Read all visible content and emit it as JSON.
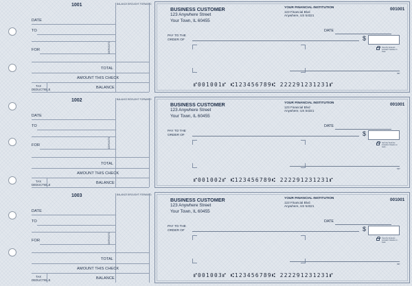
{
  "stubs": [
    {
      "number": "1001",
      "balance_forward_label": "BALANCE BROUGHT FORWARD",
      "date_label": "DATE",
      "to_label": "TO",
      "for_label": "FOR",
      "deposits_label": "DEPOSITS",
      "total_label": "TOTAL",
      "amount_this_check_label": "AMOUNT THIS CHECK",
      "tax_label": "TAX",
      "deductible_label": "DEDUCTIBLE",
      "balance_label": "BALANCE"
    },
    {
      "number": "1002",
      "balance_forward_label": "BALANCE BROUGHT FORWARD",
      "date_label": "DATE",
      "to_label": "TO",
      "for_label": "FOR",
      "deposits_label": "DEPOSITS",
      "total_label": "TOTAL",
      "amount_this_check_label": "AMOUNT THIS CHECK",
      "tax_label": "TAX",
      "deductible_label": "DEDUCTIBLE",
      "balance_label": "BALANCE"
    },
    {
      "number": "1003",
      "balance_forward_label": "BALANCE BROUGHT FORWARD",
      "date_label": "DATE",
      "to_label": "TO",
      "for_label": "FOR",
      "deposits_label": "DEPOSITS",
      "total_label": "TOTAL",
      "amount_this_check_label": "AMOUNT THIS CHECK",
      "tax_label": "TAX",
      "deductible_label": "DEDUCTIBLE",
      "balance_label": "BALANCE"
    }
  ],
  "checks": [
    {
      "customer_name": "BUSINESS CUSTOMER",
      "address_line1": "123 Anywhere Street",
      "address_line2": "Your Town, IL 60455",
      "bank_name": "YOUR FINANCIAL INSTITUTION",
      "bank_address1": "123 Financial Blvd",
      "bank_address2": "Anywhere, US 54321",
      "check_number": "001001",
      "date_label": "DATE",
      "pay_to_line1": "PAY TO THE",
      "pay_to_line2": "ORDER OF",
      "dollar_sign": "$",
      "security_text": "Security features included. Details on back.",
      "mp_label": "MP",
      "micr": "⑈001001⑈ ⑆123456789⑆ 222291231231⑈"
    },
    {
      "customer_name": "BUSINESS CUSTOMER",
      "address_line1": "123 Anywhere Street",
      "address_line2": "Your Town, IL 60455",
      "bank_name": "YOUR FINANCIAL INSTITUTION",
      "bank_address1": "123 Financial Blvd",
      "bank_address2": "Anywhere, US 54321",
      "check_number": "001001",
      "date_label": "DATE",
      "pay_to_line1": "PAY TO THE",
      "pay_to_line2": "ORDER OF",
      "dollar_sign": "$",
      "security_text": "Security features included. Details on back.",
      "mp_label": "MP",
      "micr": "⑈001002⑈ ⑆123456789⑆ 222291231231⑈"
    },
    {
      "customer_name": "BUSINESS CUSTOMER",
      "address_line1": "123 Anywhere Street",
      "address_line2": "Your Town, IL 60455",
      "bank_name": "YOUR FINANCIAL INSTITUTION",
      "bank_address1": "123 Financial Blvd",
      "bank_address2": "Anywhere, US 54321",
      "check_number": "001001",
      "date_label": "DATE",
      "pay_to_line1": "PAY TO THE",
      "pay_to_line2": "ORDER OF",
      "dollar_sign": "$",
      "security_text": "Security features included. Details on back.",
      "mp_label": "MP",
      "micr": "⑈001003⑈ ⑆123456789⑆ 222291231231⑈"
    }
  ],
  "colors": {
    "background": "#e2e7ed",
    "ink": "#1c2c46",
    "rule": "#8f9cb0"
  }
}
